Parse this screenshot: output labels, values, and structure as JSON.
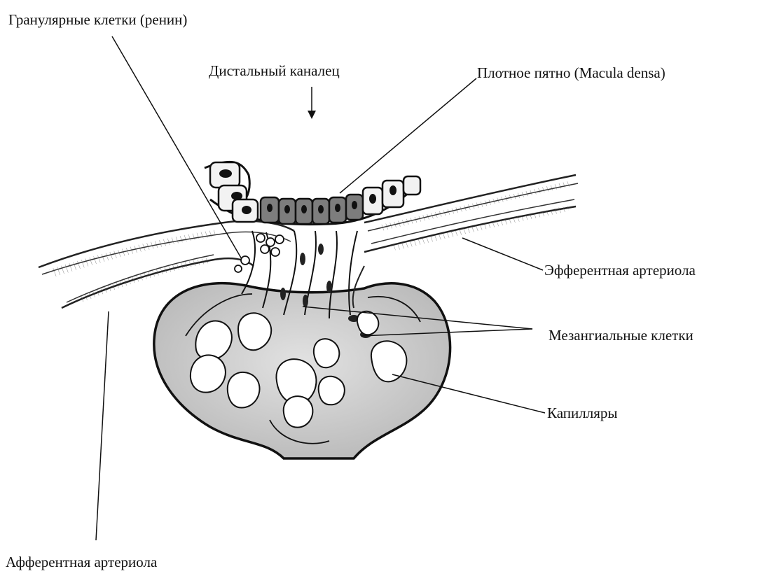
{
  "labels": {
    "granular_cells": "Гранулярные клетки (ренин)",
    "distal_tubule": "Дистальный каналец",
    "macula_densa": "Плотное пятно (Macula densa)",
    "efferent_arteriole": "Эфферентная артериола",
    "mesangial_cells": "Мезангиальные клетки",
    "capillaries": "Капилляры",
    "afferent_arteriole": "Афферентная артериола"
  },
  "colors": {
    "ink": "#111111",
    "glomerulus_fill": "#c9c9c9",
    "macula_cell_fill": "#7d7d7d",
    "tubule_cell_fill": "#f2f2f2",
    "capillary_fill": "#ffffff"
  }
}
